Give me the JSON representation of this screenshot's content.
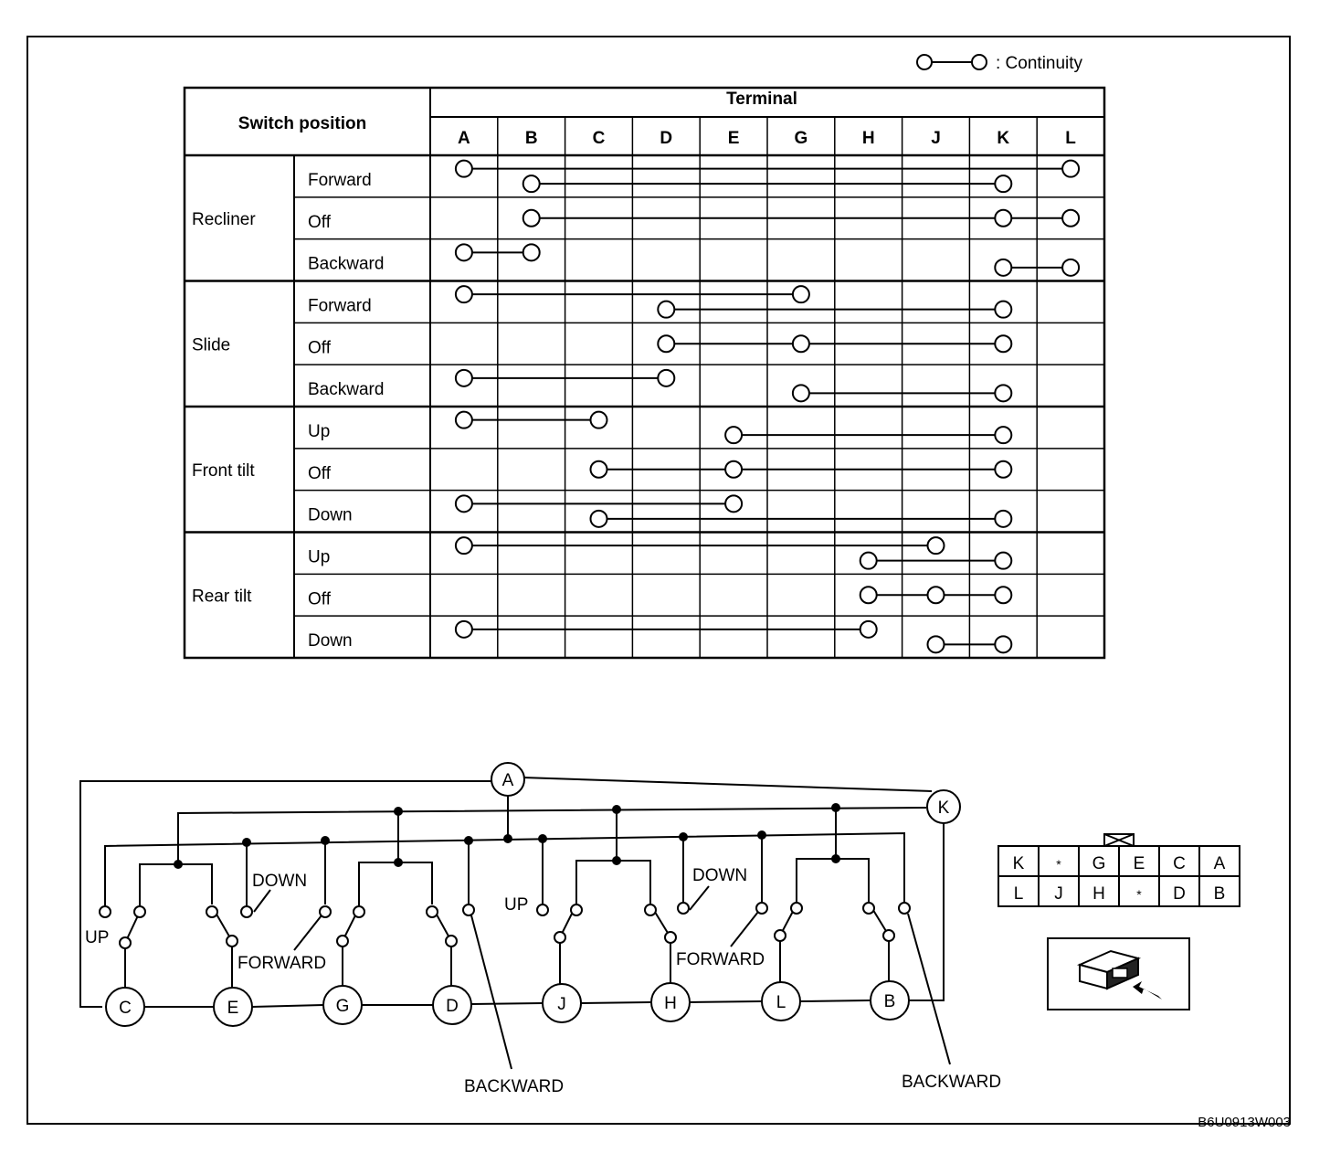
{
  "legend": {
    "label": ": Continuity"
  },
  "table": {
    "switch_header": "Switch position",
    "terminal_header": "Terminal",
    "columns": [
      "A",
      "B",
      "C",
      "D",
      "E",
      "G",
      "H",
      "J",
      "K",
      "L"
    ],
    "groups": [
      {
        "name": "Recliner",
        "rows": [
          {
            "position": "Forward",
            "links": [
              [
                "A",
                "L"
              ],
              [
                "B",
                "K"
              ]
            ]
          },
          {
            "position": "Off",
            "links": [
              [
                "B",
                "K",
                "L"
              ]
            ]
          },
          {
            "position": "Backward",
            "links": [
              [
                "A",
                "B"
              ],
              [
                "K",
                "L"
              ]
            ]
          }
        ]
      },
      {
        "name": "Slide",
        "rows": [
          {
            "position": "Forward",
            "links": [
              [
                "A",
                "G"
              ],
              [
                "D",
                "K"
              ]
            ]
          },
          {
            "position": "Off",
            "links": [
              [
                "D",
                "G",
                "K"
              ]
            ]
          },
          {
            "position": "Backward",
            "links": [
              [
                "A",
                "D"
              ],
              [
                "G",
                "K"
              ]
            ]
          }
        ]
      },
      {
        "name": "Front tilt",
        "rows": [
          {
            "position": "Up",
            "links": [
              [
                "A",
                "C"
              ],
              [
                "E",
                "K"
              ]
            ]
          },
          {
            "position": "Off",
            "links": [
              [
                "C",
                "E",
                "K"
              ]
            ]
          },
          {
            "position": "Down",
            "links": [
              [
                "A",
                "E"
              ],
              [
                "C",
                "K"
              ]
            ]
          }
        ]
      },
      {
        "name": "Rear tilt",
        "rows": [
          {
            "position": "Up",
            "links": [
              [
                "A",
                "J"
              ],
              [
                "H",
                "K"
              ]
            ]
          },
          {
            "position": "Off",
            "links": [
              [
                "H",
                "J",
                "K"
              ]
            ]
          },
          {
            "position": "Down",
            "links": [
              [
                "A",
                "H"
              ],
              [
                "J",
                "K"
              ]
            ]
          }
        ]
      }
    ]
  },
  "schematic": {
    "terminals_bottom": [
      "C",
      "E",
      "G",
      "D",
      "J",
      "H",
      "L",
      "B"
    ],
    "terminal_common": "A",
    "terminal_power": "K",
    "labels": {
      "up": "UP",
      "down": "DOWN",
      "forward": "FORWARD",
      "backward": "BACKWARD"
    }
  },
  "connector": {
    "row1": [
      "K",
      "*",
      "G",
      "E",
      "C",
      "A"
    ],
    "row2": [
      "L",
      "J",
      "H",
      "*",
      "D",
      "B"
    ]
  },
  "figure_code": "B6U0913W003"
}
